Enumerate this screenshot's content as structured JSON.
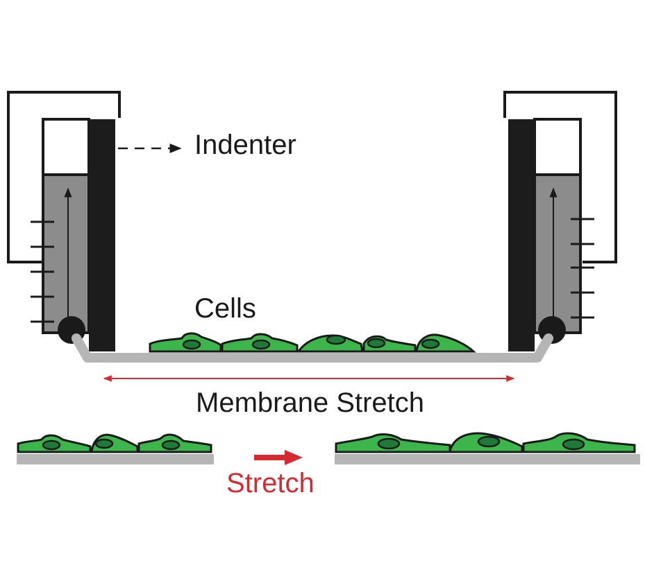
{
  "labels": {
    "indenter": "Indenter",
    "cells": "Cells",
    "membrane_stretch": "Membrane Stretch",
    "stretch": "Stretch"
  },
  "colors": {
    "cell_fill": "#3cb54a",
    "nucleus_fill": "#1f7a3a",
    "membrane": "#b5b5b5",
    "fluid": "#8c8c8c",
    "indenter": "#1c1c1c",
    "arrow_red": "#d42a30"
  }
}
